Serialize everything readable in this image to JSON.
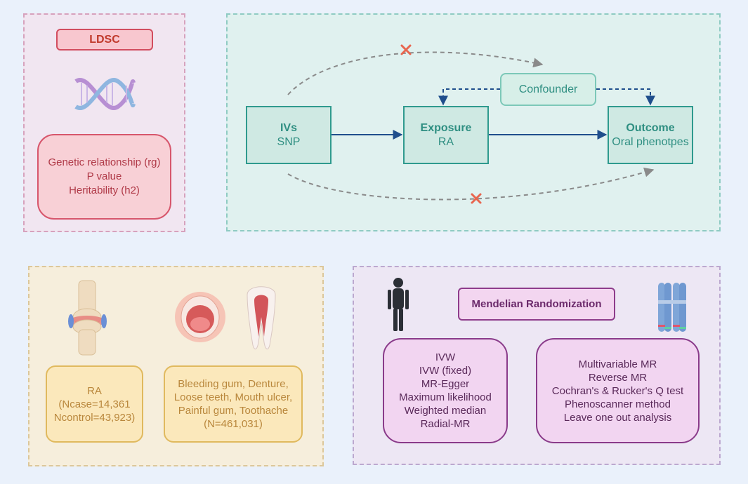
{
  "ldsc": {
    "title": "LDSC",
    "lines": [
      "Genetic relationship  (rg)",
      "P value",
      "Heritability (h2)"
    ]
  },
  "diagram": {
    "ivs": {
      "title": "IVs",
      "sub": "SNP"
    },
    "exposure": {
      "title": "Exposure",
      "sub": "RA"
    },
    "outcome": {
      "title": "Outcome",
      "sub": "Oral phenotpes"
    },
    "confounder": "Confounder"
  },
  "data": {
    "ra_lines": [
      "RA",
      "(Ncase=14,361",
      "Ncontrol=43,923)"
    ],
    "oral_lines": [
      "Bleeding gum, Denture,",
      "Loose teeth, Mouth ulcer,",
      "Painful gum, Toothache",
      "(N=461,031)"
    ]
  },
  "methods": {
    "title": "Mendelian Randomization",
    "list_a": [
      "IVW",
      "IVW (fixed)",
      "MR-Egger",
      "Maximum likelihood",
      "Weighted median",
      "Radial-MR"
    ],
    "list_b": [
      "Multivariable MR",
      "Reverse MR",
      "Cochran's & Rucker's Q test",
      "Phenoscanner method",
      "Leave one out analysis"
    ]
  },
  "colors": {
    "arrow_blue": "#1f4e8c",
    "arrow_gray": "#8a8a8a",
    "cross_red": "#e8664f"
  },
  "icons": [
    "dna-icon",
    "knee-joint-icon",
    "mouth-icon",
    "tooth-icon",
    "human-silhouette-icon",
    "chromosome-icon"
  ]
}
